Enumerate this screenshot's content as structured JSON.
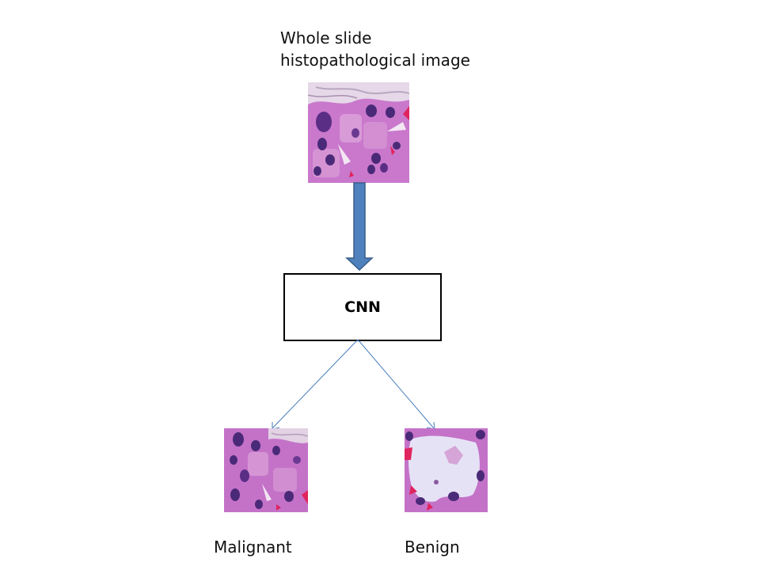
{
  "input": {
    "label_line1": "Whole slide",
    "label_line2": "histopathological image",
    "image_icon": "histology-tile-icon"
  },
  "model": {
    "label": "CNN"
  },
  "outputs": [
    {
      "label": "Malignant",
      "image_icon": "histology-tile-icon"
    },
    {
      "label": "Benign",
      "image_icon": "histology-tile-icon"
    }
  ],
  "colors": {
    "thick_arrow_fill": "#4f81bd",
    "thick_arrow_stroke": "#385d8a",
    "thin_arrow": "#4a7ebb",
    "stain_pink": "#c774c9",
    "stain_nuclei": "#4a2a78",
    "background": "#ffffff"
  }
}
